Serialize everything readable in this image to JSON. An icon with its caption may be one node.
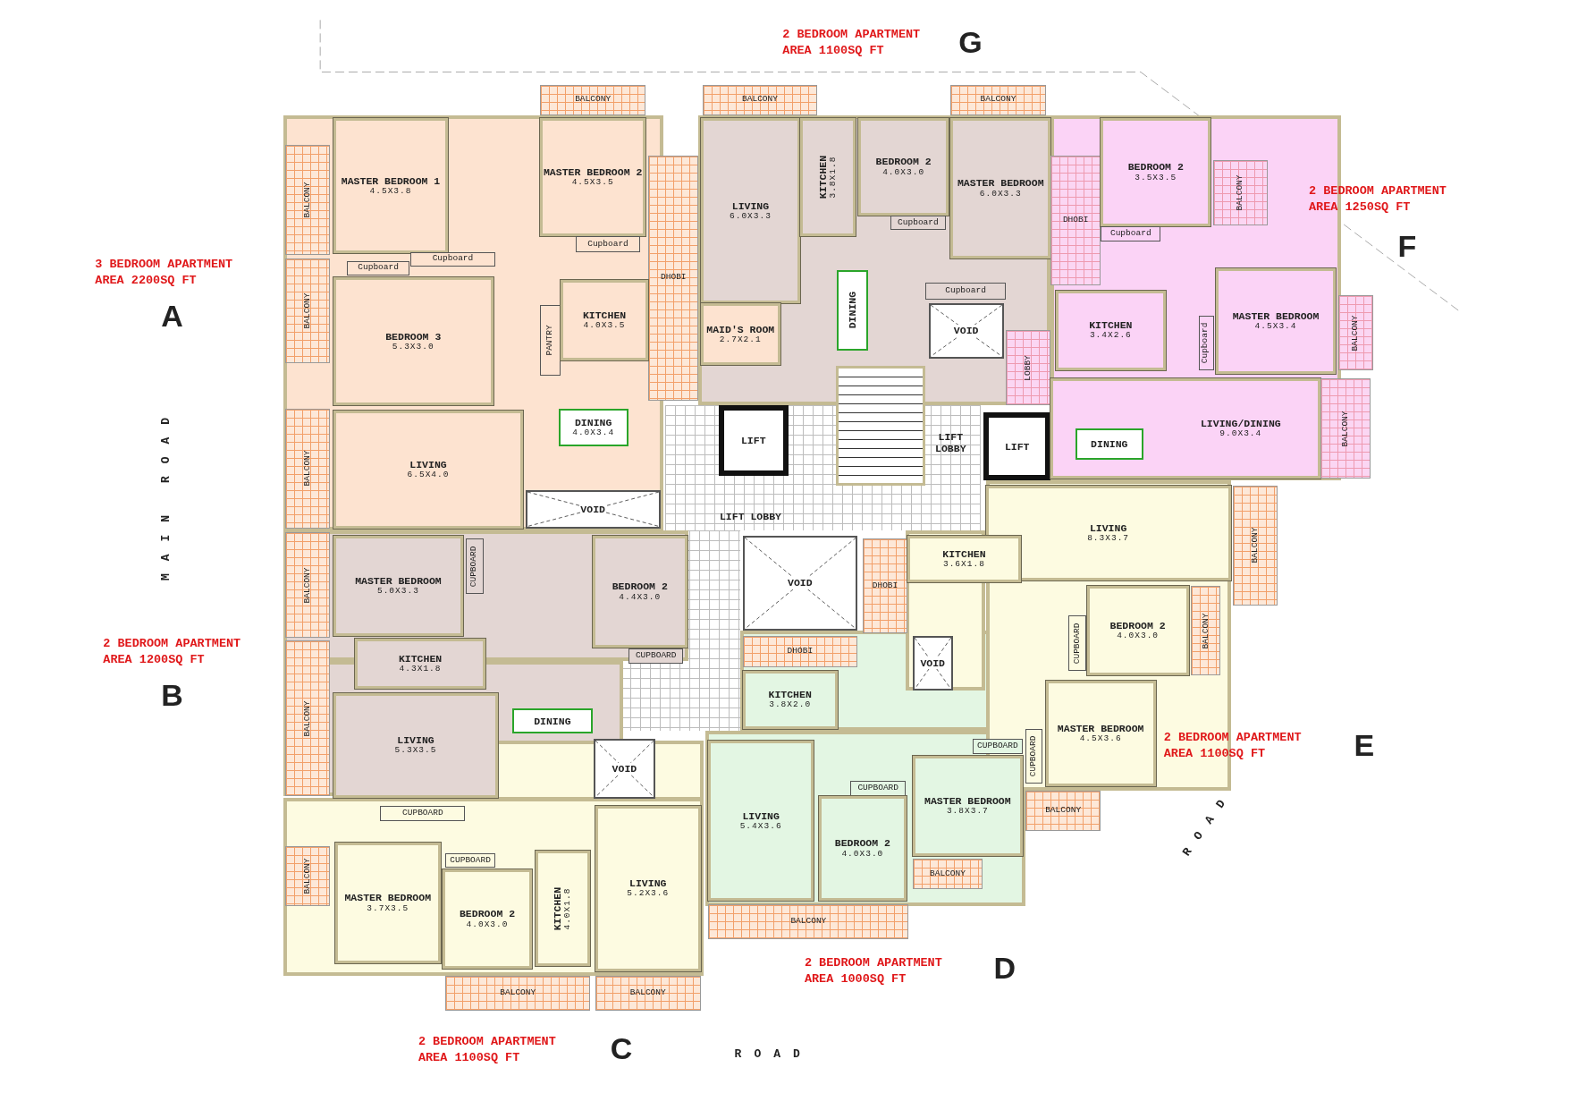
{
  "diagram": {
    "nodes": [
      {
        "text": [
          "BALCONY"
        ]
      },
      {
        "text": [
          "BALCONY"
        ]
      },
      {
        "text": [
          "MASTER BEDROOM 1",
          "4.5X3.8"
        ]
      },
      {
        "text": [
          "BALCONY"
        ]
      },
      {
        "text": [
          "MASTER BEDROOM 2",
          "4.5X3.5"
        ]
      },
      {
        "text": [
          "Cupboard"
        ]
      },
      {
        "text": [
          "Cupboard"
        ]
      },
      {
        "text": [
          "Cupboard"
        ]
      },
      {
        "text": [
          "BEDROOM 3",
          "5.3X3.0"
        ]
      },
      {
        "text": [
          "DHOBI"
        ]
      },
      {
        "text": [
          "PANTRY"
        ]
      },
      {
        "text": [
          "KITCHEN",
          "4.0X3.5"
        ]
      },
      {
        "text": [
          "DINING",
          "4.0X3.4"
        ]
      },
      {
        "text": [
          "BALCONY"
        ]
      },
      {
        "text": [
          "LIVING",
          "6.5X4.0"
        ]
      },
      {
        "text": [
          "VOID"
        ]
      },
      {
        "text": [
          "BALCONY"
        ]
      },
      {
        "text": [
          "LIVING",
          "6.0X3.3"
        ]
      },
      {
        "text": [
          "KITCHEN",
          "3.8X1.8"
        ]
      },
      {
        "text": [
          "BEDROOM 2",
          "4.0X3.0"
        ]
      },
      {
        "text": [
          "Cupboard"
        ]
      },
      {
        "text": [
          "BALCONY"
        ]
      },
      {
        "text": [
          "MASTER BEDROOM",
          "6.0X3.3"
        ]
      },
      {
        "text": [
          "DINING"
        ]
      },
      {
        "text": [
          "Cupboard"
        ]
      },
      {
        "text": [
          "MAID'S ROOM",
          "2.7X2.1"
        ]
      },
      {
        "text": [
          "VOID"
        ]
      },
      {
        "text": [
          "LIFT LOBBY"
        ]
      },
      {
        "text": [
          "LIFT"
        ],
        "in": 27
      },
      {
        "text": [
          "LIFT LOBBY"
        ]
      },
      {
        "text": [
          "LIFT"
        ],
        "in": 29
      },
      {
        "text": [
          "LOBBY"
        ]
      },
      {
        "text": [
          "DHOBI"
        ]
      },
      {
        "text": [
          "BEDROOM 2",
          "3.5X3.5"
        ]
      },
      {
        "text": [
          "BALCONY"
        ]
      },
      {
        "text": [
          "Cupboard"
        ]
      },
      {
        "text": [
          "KITCHEN",
          "3.4X2.6"
        ]
      },
      {
        "text": [
          "MASTER BEDROOM",
          "4.5X3.4"
        ]
      },
      {
        "text": [
          "Cupboard"
        ]
      },
      {
        "text": [
          "BALCONY"
        ]
      },
      {
        "text": [
          "LIVING/DINING",
          "9.0X3.4"
        ]
      },
      {
        "text": [
          "DINING"
        ],
        "in": 40
      },
      {
        "text": [
          "BALCONY"
        ]
      },
      {
        "text": [
          "LIVING",
          "8.3X3.7"
        ]
      },
      {
        "text": [
          "BALCONY"
        ]
      },
      {
        "text": [
          "DHOBI"
        ]
      },
      {
        "text": [
          "KITCHEN",
          "3.6X1.8"
        ]
      },
      {
        "text": [
          "VOID"
        ]
      },
      {
        "text": [
          "CUPBOARD"
        ]
      },
      {
        "text": [
          "BEDROOM 2",
          "4.0X3.0"
        ]
      },
      {
        "text": [
          "BALCONY"
        ]
      },
      {
        "text": [
          "DHOBI"
        ]
      },
      {
        "text": [
          "VOID"
        ]
      },
      {
        "text": [
          "KITCHEN",
          "3.8X2.0"
        ]
      },
      {
        "text": [
          "MASTER BEDROOM",
          "4.5X3.6"
        ]
      },
      {
        "text": [
          "CUPBOARD"
        ]
      },
      {
        "text": [
          "CUPBOARD"
        ]
      },
      {
        "text": [
          "MASTER BEDROOM",
          "3.8X3.7"
        ]
      },
      {
        "text": [
          "LIVING",
          "5.4X3.6"
        ]
      },
      {
        "text": [
          "CUPBOARD"
        ]
      },
      {
        "text": [
          "BEDROOM 2",
          "4.0X3.0"
        ]
      },
      {
        "text": [
          "BALCONY"
        ]
      },
      {
        "text": [
          "BALCONY"
        ]
      },
      {
        "text": [
          "BALCONY"
        ]
      },
      {
        "text": [
          "BALCONY"
        ]
      },
      {
        "text": [
          "MASTER BEDROOM",
          "5.0X3.3"
        ]
      },
      {
        "text": [
          "CUPBOARD"
        ]
      },
      {
        "text": [
          "BEDROOM 2",
          "4.4X3.0"
        ]
      },
      {
        "text": [
          "CUPBOARD"
        ]
      },
      {
        "text": [
          "BALCONY"
        ]
      },
      {
        "text": [
          "KITCHEN",
          "4.3X1.8"
        ]
      },
      {
        "text": [
          "LIVING",
          "5.3X3.5"
        ]
      },
      {
        "text": [
          "DINING"
        ]
      },
      {
        "text": [
          "VOID"
        ]
      },
      {
        "text": [
          "CUPBOARD"
        ]
      },
      {
        "text": [
          "BALCONY"
        ]
      },
      {
        "text": [
          "MASTER BEDROOM",
          "3.7X3.5"
        ]
      },
      {
        "text": [
          "CUPBOARD"
        ]
      },
      {
        "text": [
          "BEDROOM 2",
          "4.0X3.0"
        ]
      },
      {
        "text": [
          "KITCHEN",
          "4.0X1.8"
        ]
      },
      {
        "text": [
          "LIVING",
          "5.2X3.6"
        ]
      },
      {
        "text": [
          "BALCONY"
        ]
      },
      {
        "text": [
          "BALCONY"
        ]
      }
    ],
    "labels": [
      "2 BEDROOM APARTMENT AREA 1100SQ FT",
      "G",
      "2 BEDROOM APARTMENT AREA 1250SQ FT",
      "F",
      "3 BEDROOM APARTMENT AREA 2200SQ FT",
      "A",
      "MAIN ROAD",
      "2 BEDROOM APARTMENT AREA 1200SQ FT",
      "B",
      "2 BEDROOM APARTMENT AREA 1100SQ FT",
      "E",
      "ROAD",
      "2 BEDROOM APARTMENT AREA 1000SQ FT",
      "D",
      "2 BEDROOM APARTMENT AREA 1100SQ FT",
      "C",
      "ROAD"
    ]
  }
}
